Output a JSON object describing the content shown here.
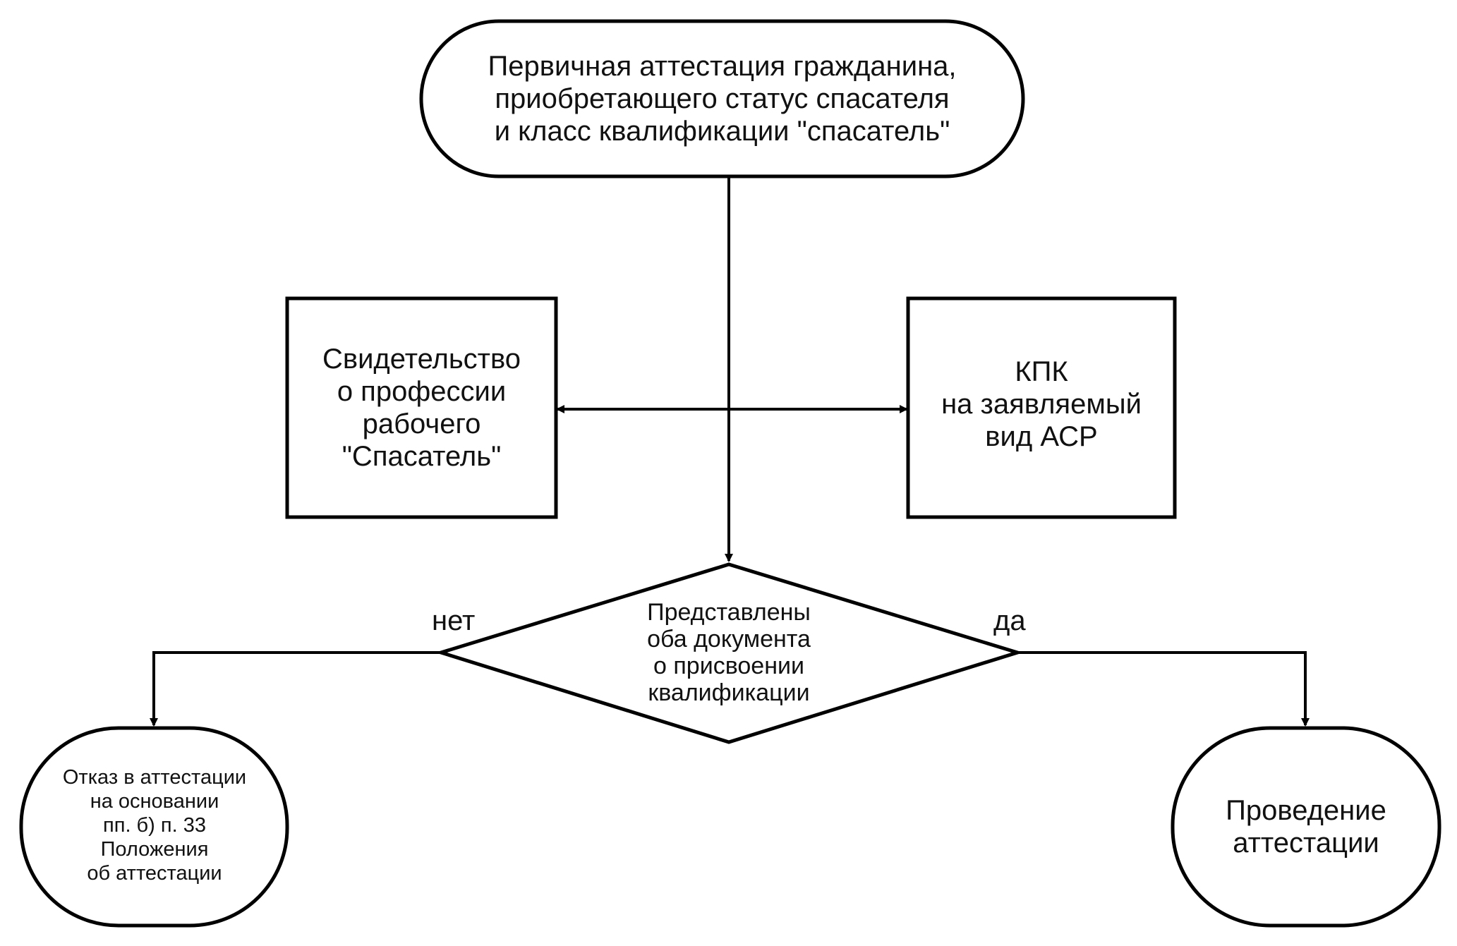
{
  "diagram": {
    "type": "flowchart",
    "start": {
      "lines": [
        "Первичная аттестация гражданина,",
        "приобретающего статус спасателя",
        "и класс квалификации \"спасатель\""
      ]
    },
    "doc_left": {
      "lines": [
        "Свидетельство",
        "о профессии",
        "рабочего",
        "\"Спасатель\""
      ]
    },
    "doc_right": {
      "lines": [
        "КПК",
        "на заявляемый",
        "вид АСР"
      ]
    },
    "decision": {
      "lines": [
        "Представлены",
        "оба документа",
        "о присвоении",
        "квалификации"
      ]
    },
    "branch_no": {
      "label": "нет"
    },
    "branch_yes": {
      "label": "да"
    },
    "end_no": {
      "lines": [
        "Отказ в аттестации",
        "на основании",
        "пп. б) п. 33",
        "Положения",
        "об аттестации"
      ]
    },
    "end_yes": {
      "lines": [
        "Проведение",
        "аттестации"
      ]
    },
    "colors": {
      "stroke": "#000000",
      "fill": "#ffffff",
      "text": "#111111"
    }
  }
}
